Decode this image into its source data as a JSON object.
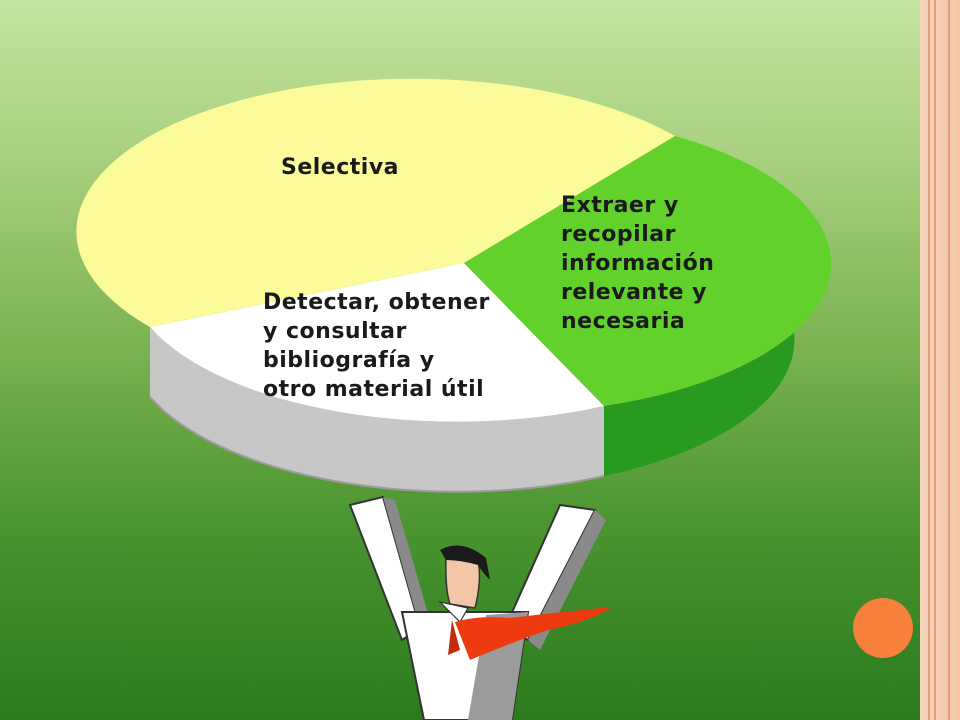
{
  "slide": {
    "segments": [
      {
        "lines": [
          "Selectiva"
        ]
      },
      {
        "lines": [
          "Extraer y",
          "recopilar",
          "información",
          "relevante y",
          "necesaria"
        ]
      },
      {
        "lines": [
          "Detectar, obtener",
          "y consultar",
          "bibliografía y",
          "otro material útil"
        ]
      }
    ]
  },
  "colors": {
    "selectiva": "#fbfb99",
    "extraer": "#62d12c",
    "extraer_side": "#289a1d",
    "detectar": "#ffffff",
    "detectar_side": "#c7c7c7",
    "accent_dot": "#f7813a",
    "tie": "#ee3a0f"
  },
  "icons": [
    "businessman-figure-icon",
    "pie-segment-icon"
  ]
}
